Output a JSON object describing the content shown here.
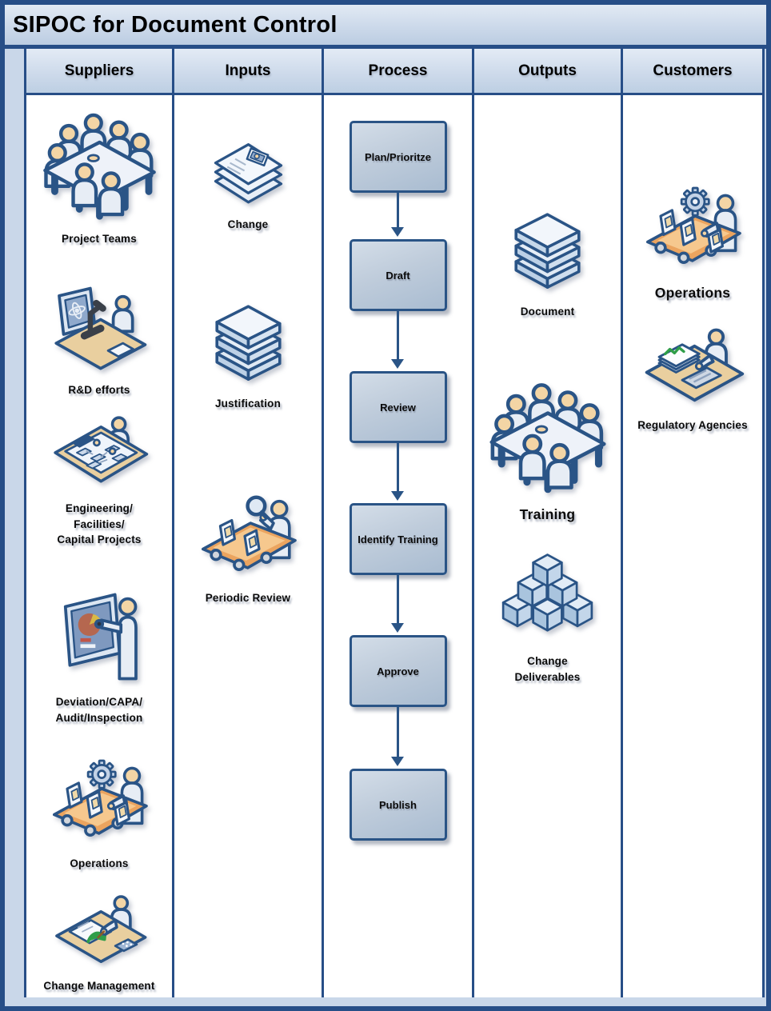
{
  "title": "SIPOC for Document Control",
  "columns": {
    "suppliers": {
      "header": "Suppliers",
      "items": [
        {
          "label": "Project Teams",
          "icon": "meeting-table-icon"
        },
        {
          "label": "R&D efforts",
          "icon": "scientist-desk-icon"
        },
        {
          "label": "Engineering/\nFacilities/\nCapital Projects",
          "icon": "drafting-table-icon"
        },
        {
          "label": "Deviation/CAPA/\nAudit/Inspection",
          "icon": "presentation-board-icon"
        },
        {
          "label": "Operations",
          "icon": "assembly-line-icon"
        },
        {
          "label": "Change Management",
          "icon": "desk-signing-icon"
        }
      ]
    },
    "inputs": {
      "header": "Inputs",
      "items": [
        {
          "label": "Change",
          "icon": "papers-photo-icon"
        },
        {
          "label": "Justification",
          "icon": "document-stack-icon"
        },
        {
          "label": "Periodic Review",
          "icon": "magnifier-conveyor-icon"
        }
      ]
    },
    "process": {
      "header": "Process",
      "steps": [
        {
          "label": "Plan/Prioritze"
        },
        {
          "label": "Draft"
        },
        {
          "label": "Review"
        },
        {
          "label": "Identify Training"
        },
        {
          "label": "Approve"
        },
        {
          "label": "Publish"
        }
      ]
    },
    "outputs": {
      "header": "Outputs",
      "items": [
        {
          "label": "Document",
          "icon": "document-stack-icon"
        },
        {
          "label": "Training",
          "icon": "meeting-table-icon"
        },
        {
          "label": "Change\nDeliverables",
          "icon": "cubes-pyramid-icon"
        }
      ]
    },
    "customers": {
      "header": "Customers",
      "items": [
        {
          "label": "Operations",
          "icon": "assembly-line-icon"
        },
        {
          "label": "Regulatory Agencies",
          "icon": "desk-reports-icon"
        }
      ]
    }
  },
  "colors": {
    "frame_border": "#274e87",
    "panel_blue": "#c9d7e9",
    "header_gradient_top": "#e3ebf5",
    "header_gradient_bottom": "#bdcfe3",
    "process_box_fill": "#b9c8d9",
    "icon_outline": "#2a5486",
    "desk_tan": "#e9cf9f",
    "conveyor_orange": "#eba45f",
    "skin_tan": "#f3d5a5"
  }
}
